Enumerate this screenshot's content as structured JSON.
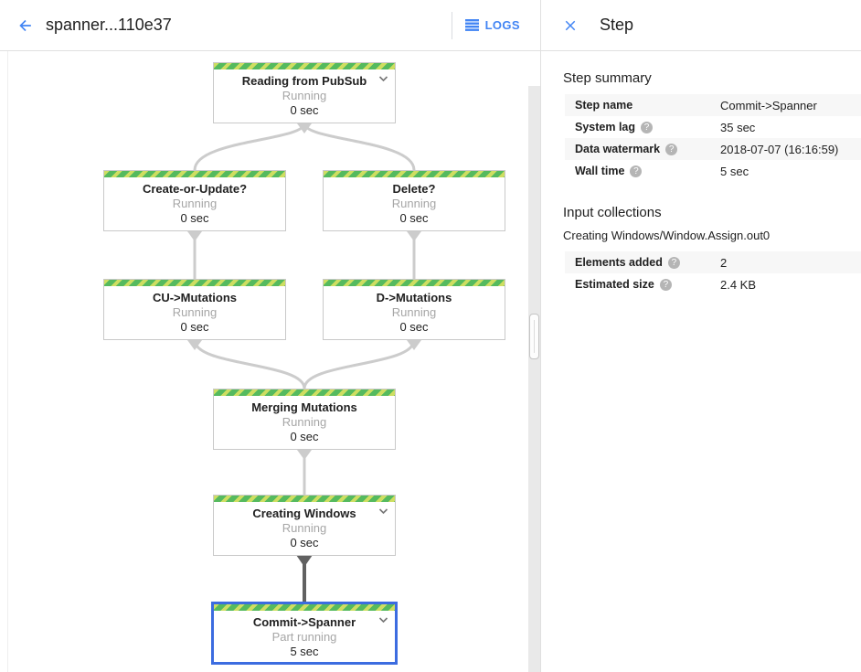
{
  "header": {
    "title": "spanner...110e37",
    "logs_label": "LOGS"
  },
  "panel": {
    "title": "Step",
    "step_summary": {
      "heading": "Step summary",
      "rows": [
        {
          "label": "Step name",
          "value": "Commit->Spanner"
        },
        {
          "label": "System lag",
          "value": "35 sec"
        },
        {
          "label": "Data watermark",
          "value": "2018-07-07 (16:16:59)"
        },
        {
          "label": "Wall time",
          "value": "5 sec"
        }
      ]
    },
    "input_collections": {
      "heading": "Input collections",
      "collection_name": "Creating Windows/Window.Assign.out0",
      "rows": [
        {
          "label": "Elements added",
          "value": "2"
        },
        {
          "label": "Estimated size",
          "value": "2.4 KB"
        }
      ]
    },
    "help_glyph": "?"
  },
  "graph": {
    "nodes": [
      {
        "id": "reading-from-pubsub",
        "title": "Reading from PubSub",
        "status": "Running",
        "time": "0 sec"
      },
      {
        "id": "create-or-update",
        "title": "Create-or-Update?",
        "status": "Running",
        "time": "0 sec"
      },
      {
        "id": "delete",
        "title": "Delete?",
        "status": "Running",
        "time": "0 sec"
      },
      {
        "id": "cu-mutations",
        "title": "CU->Mutations",
        "status": "Running",
        "time": "0 sec"
      },
      {
        "id": "d-mutations",
        "title": "D->Mutations",
        "status": "Running",
        "time": "0 sec"
      },
      {
        "id": "merging-mutations",
        "title": "Merging Mutations",
        "status": "Running",
        "time": "0 sec"
      },
      {
        "id": "creating-windows",
        "title": "Creating Windows",
        "status": "Running",
        "time": "0 sec"
      },
      {
        "id": "commit-spanner",
        "title": "Commit->Spanner",
        "status": "Part running",
        "time": "5 sec"
      }
    ]
  },
  "colors": {
    "accent_blue": "#4285f4",
    "selected_node_border": "#3c6ce0",
    "stripe_green": "#55ba5e",
    "stripe_lime": "#cede61",
    "edge_gray": "#cccccc",
    "edge_dark": "#616161"
  }
}
